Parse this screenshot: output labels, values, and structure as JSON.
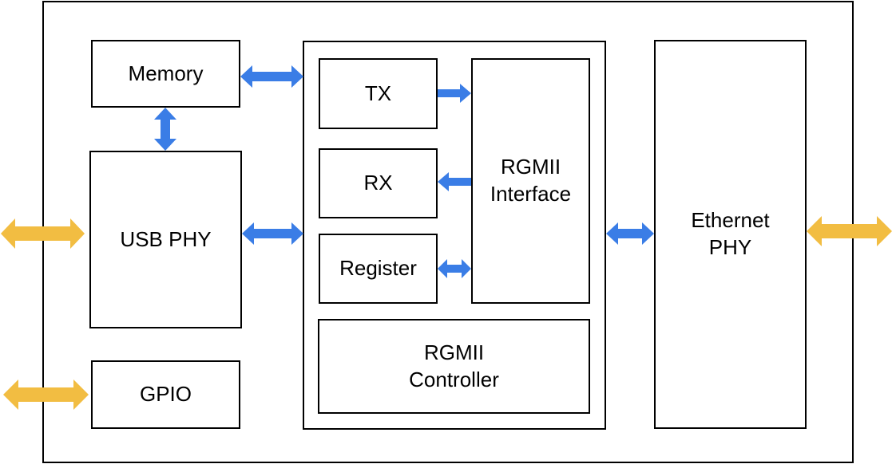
{
  "blocks": {
    "memory": "Memory",
    "usb_phy": "USB PHY",
    "gpio": "GPIO",
    "tx": "TX",
    "rx": "RX",
    "register": "Register",
    "rgmii_interface_line1": "RGMII",
    "rgmii_interface_line2": "Interface",
    "rgmii_controller_line1": "RGMII",
    "rgmii_controller_line2": "Controller",
    "ethernet_phy_line1": "Ethernet",
    "ethernet_phy_line2": "PHY"
  },
  "colors": {
    "internal_arrow": "#3a7de6",
    "external_arrow": "#f2bd42"
  }
}
